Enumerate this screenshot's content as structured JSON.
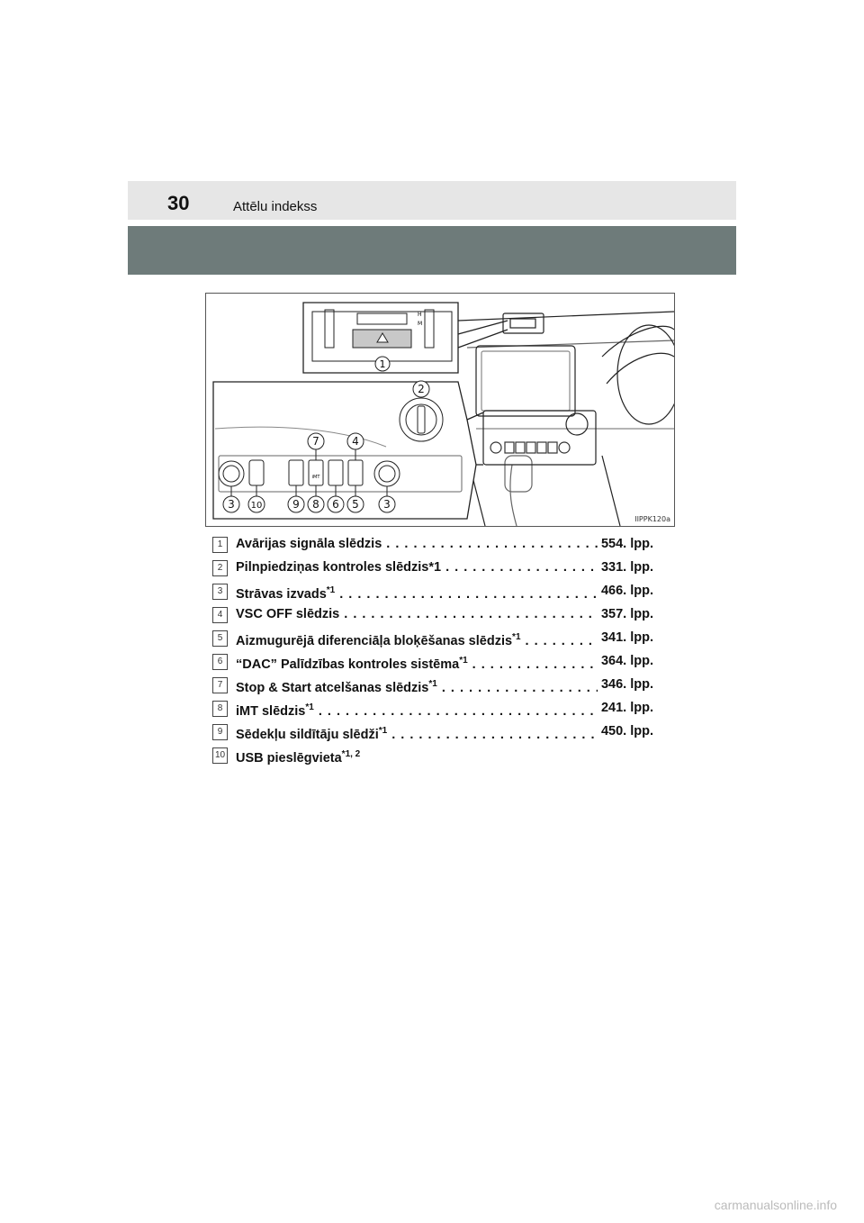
{
  "header": {
    "page_number": "30",
    "title": "Attēlu indekss"
  },
  "figure": {
    "code": "IIPPK120a",
    "callouts": [
      "1",
      "2",
      "7",
      "4",
      "3",
      "10",
      "9",
      "8",
      "6",
      "5",
      "3"
    ],
    "panel_labels": [
      "H",
      "M",
      "iMT"
    ]
  },
  "items": [
    {
      "num": "1",
      "label": "Avārijas signāla slēdzis",
      "sup": "",
      "page": "554. lpp."
    },
    {
      "num": "2",
      "label": "Pilnpiedziņas kontroles slēdzis*1",
      "sup": "",
      "page": "331. lpp."
    },
    {
      "num": "3",
      "label": "Strāvas izvads",
      "sup": "*1",
      "page": "466. lpp."
    },
    {
      "num": "4",
      "label": "VSC OFF slēdzis",
      "sup": "",
      "page": "357. lpp."
    },
    {
      "num": "5",
      "label": "Aizmugurējā diferenciāļa bloķēšanas slēdzis",
      "sup": "*1",
      "page": "341. lpp."
    },
    {
      "num": "6",
      "label": "“DAC” Palīdzības kontroles sistēma",
      "sup": "*1",
      "page": "364. lpp."
    },
    {
      "num": "7",
      "label": "Stop & Start atcelšanas slēdzis",
      "sup": "*1",
      "page": "346. lpp."
    },
    {
      "num": "8",
      "label": "iMT slēdzis",
      "sup": "*1",
      "page": "241. lpp."
    },
    {
      "num": "9",
      "label": "Sēdekļu sildītāju slēdži",
      "sup": "*1",
      "page": "450. lpp."
    },
    {
      "num": "10",
      "label": "USB pieslēgvieta",
      "sup": "*1, 2",
      "page": ""
    }
  ],
  "watermark": "carmanualsonline.info"
}
